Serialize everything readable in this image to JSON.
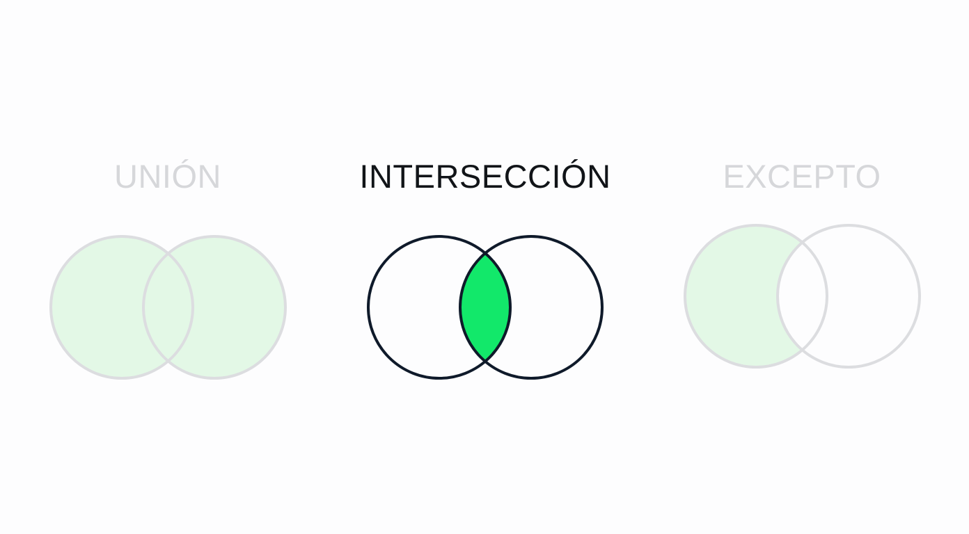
{
  "sections": [
    {
      "id": "union",
      "label": "UNIÓN",
      "label_color": "#d6d7da",
      "stroke": "#dcdde0",
      "fill": "#e3f8e6",
      "highlight": "all",
      "active": false
    },
    {
      "id": "intersection",
      "label": "INTERSECCIÓN",
      "label_color": "#111418",
      "stroke": "#0f1a2a",
      "fill": "#12e86a",
      "highlight": "intersection",
      "active": true
    },
    {
      "id": "except",
      "label": "EXCEPTO",
      "label_color": "#d6d7da",
      "stroke": "#dcdde0",
      "fill": "#e3f8e6",
      "highlight": "left-only",
      "active": false
    }
  ],
  "colors": {
    "background": "#fdfdfe",
    "active_stroke": "#0f1a2a",
    "active_fill": "#12e86a",
    "inactive_stroke": "#dcdde0",
    "inactive_fill": "#e3f8e6"
  }
}
